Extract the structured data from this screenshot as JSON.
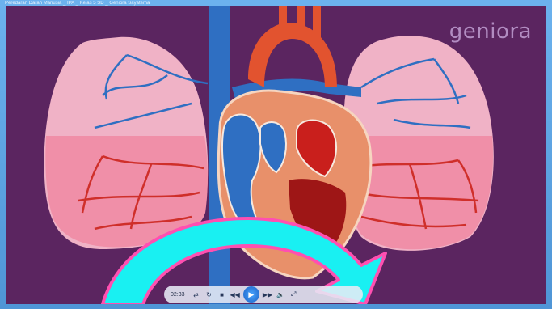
{
  "window": {
    "title": "Peredaran Darah Manusia _ IPA _ Kelas 5 SD _ Geniora Sayatema"
  },
  "video": {
    "logo": "geniora",
    "scene_description_colors": {
      "background": "#5b2560",
      "lung": "#f0b2c6",
      "blood_vessel_blue": "#2f6fc2",
      "blood_vessel_red": "#cf2f2a",
      "heart": "#e8906a",
      "arrow_fill": "#19f0f2",
      "arrow_outline": "#ff4fb1"
    }
  },
  "player": {
    "time": "02:33",
    "icons": [
      "shuffle-icon",
      "repeat-icon",
      "stop-icon",
      "rewind-icon",
      "play-icon",
      "fast-forward-icon",
      "volume-icon",
      "fullscreen-icon"
    ],
    "glyphs": {
      "shuffle": "⇄",
      "repeat": "↻",
      "stop": "■",
      "rewind": "◀◀",
      "play": "▶",
      "forward": "▶▶",
      "volume": "🔈",
      "fullscreen": "⤢"
    }
  }
}
